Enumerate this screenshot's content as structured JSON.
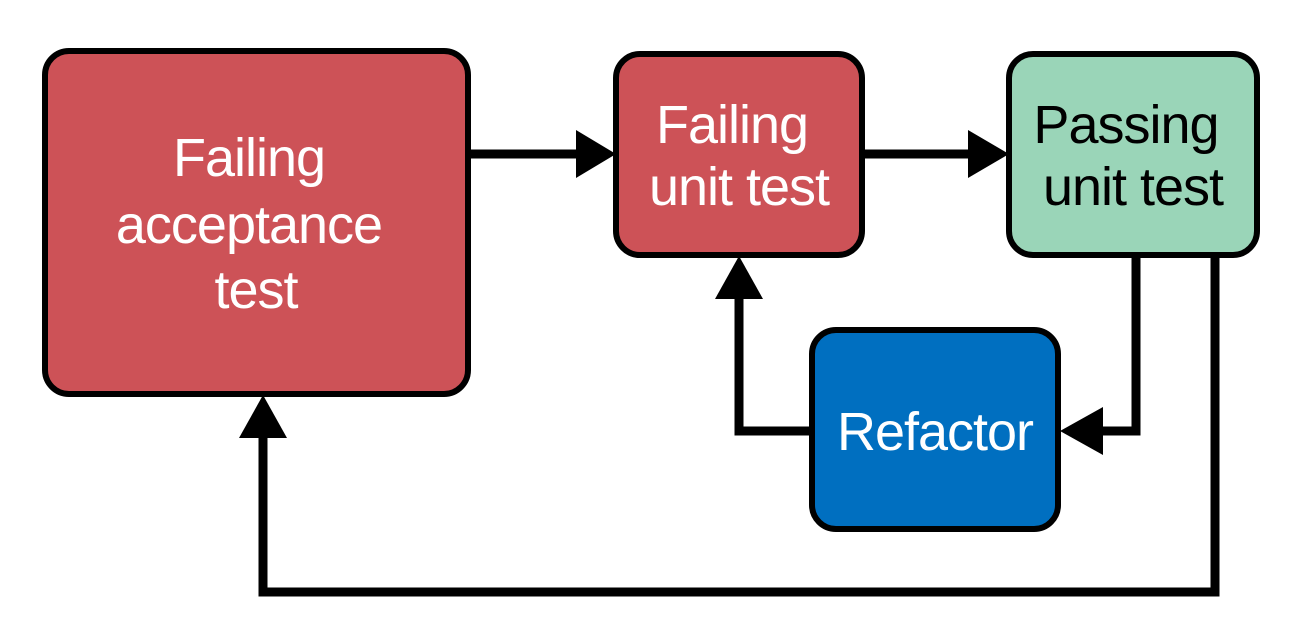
{
  "nodes": {
    "failing_acceptance_test": {
      "lines": [
        "Failing",
        "acceptance",
        "test"
      ],
      "fill": "#cd5257",
      "text_color": "#ffffff"
    },
    "failing_unit_test": {
      "lines": [
        "Failing",
        "unit test"
      ],
      "fill": "#cd5257",
      "text_color": "#ffffff"
    },
    "passing_unit_test": {
      "lines": [
        "Passing",
        "unit test"
      ],
      "fill": "#9ad5b8",
      "text_color": "#000000"
    },
    "refactor": {
      "lines": [
        "Refactor"
      ],
      "fill": "#006fc0",
      "text_color": "#ffffff"
    }
  },
  "edges": [
    {
      "from": "failing_acceptance_test",
      "to": "failing_unit_test"
    },
    {
      "from": "failing_unit_test",
      "to": "passing_unit_test"
    },
    {
      "from": "passing_unit_test",
      "to": "refactor"
    },
    {
      "from": "refactor",
      "to": "failing_unit_test"
    },
    {
      "from": "passing_unit_test",
      "to": "failing_acceptance_test"
    }
  ]
}
